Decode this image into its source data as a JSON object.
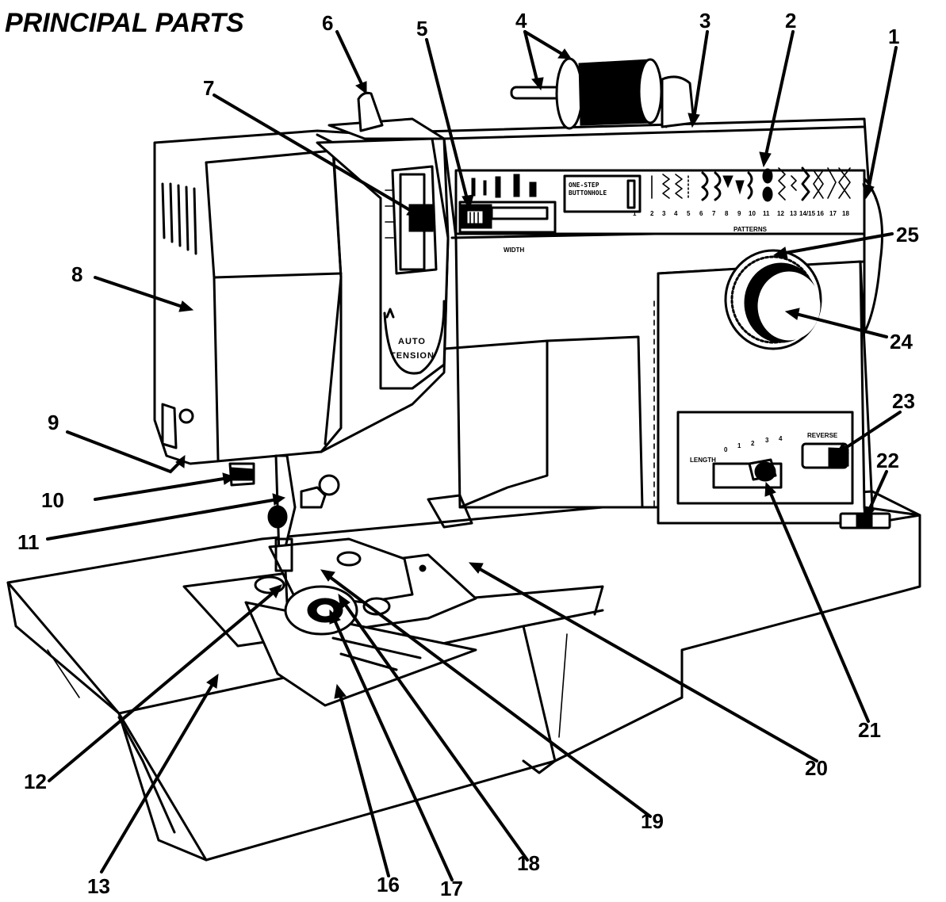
{
  "title": "PRINCIPAL PARTS",
  "callouts": [
    {
      "n": "1"
    },
    {
      "n": "2"
    },
    {
      "n": "3"
    },
    {
      "n": "4"
    },
    {
      "n": "5"
    },
    {
      "n": "6"
    },
    {
      "n": "7"
    },
    {
      "n": "8"
    },
    {
      "n": "9"
    },
    {
      "n": "10"
    },
    {
      "n": "11"
    },
    {
      "n": "12"
    },
    {
      "n": "13"
    },
    {
      "n": "16"
    },
    {
      "n": "17"
    },
    {
      "n": "18"
    },
    {
      "n": "19"
    },
    {
      "n": "20"
    },
    {
      "n": "21"
    },
    {
      "n": "22"
    },
    {
      "n": "23"
    },
    {
      "n": "24"
    },
    {
      "n": "25"
    }
  ],
  "machine_labels": {
    "width": "WIDTH",
    "patterns": "PATTERNS",
    "buttonhole_line1": "ONE-STEP",
    "buttonhole_line2": "BUTTONHOLE",
    "auto": "AUTO",
    "tension": "TENSION",
    "length": "LENGTH",
    "reverse": "REVERSE",
    "length_scale": [
      "0",
      "1",
      "2",
      "3",
      "4"
    ],
    "pattern_numbers": [
      "1",
      "2",
      "3",
      "4",
      "5",
      "6",
      "7",
      "8",
      "9",
      "10",
      "11",
      "12",
      "13",
      "14/15",
      "16",
      "17",
      "18"
    ]
  }
}
